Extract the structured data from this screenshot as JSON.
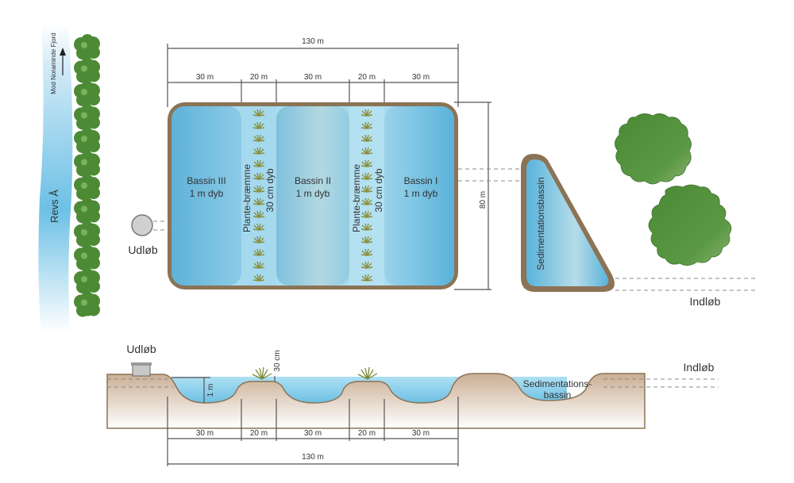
{
  "plan": {
    "river_label": "Revs Å",
    "fjord_label": "Mod Noraminde Fjord",
    "outlet_label": "Udløb",
    "inlet_label": "Indløb",
    "total_width_label": "130 m",
    "height_label": "80 m",
    "segment_labels": [
      "30 m",
      "20 m",
      "30 m",
      "20 m",
      "30 m"
    ],
    "basins": [
      {
        "name": "Bassin III",
        "depth": "1 m dyb"
      },
      {
        "name": "Bassin II",
        "depth": "1 m dyb"
      },
      {
        "name": "Bassin I",
        "depth": "1 m dyb"
      }
    ],
    "plant_strips": [
      {
        "name": "Plante-bræmme",
        "depth": "30 cm dyb"
      },
      {
        "name": "Plante-bræmme",
        "depth": "30 cm dyb"
      }
    ],
    "sedimentation_label": "Sedimentationsbassin"
  },
  "section": {
    "outlet_label": "Udløb",
    "inlet_label": "Indløb",
    "depth_label": "1 m",
    "strip_depth_label": "30 cm",
    "sedimentation_label_line1": "Sedimentations-",
    "sedimentation_label_line2": "bassin",
    "segment_labels": [
      "30 m",
      "20 m",
      "30 m",
      "20 m",
      "30 m"
    ],
    "total_width_label": "130 m"
  },
  "colors": {
    "water": "#6fbfe0",
    "earth": "#8b7355",
    "tree": "#4e8a3a"
  }
}
